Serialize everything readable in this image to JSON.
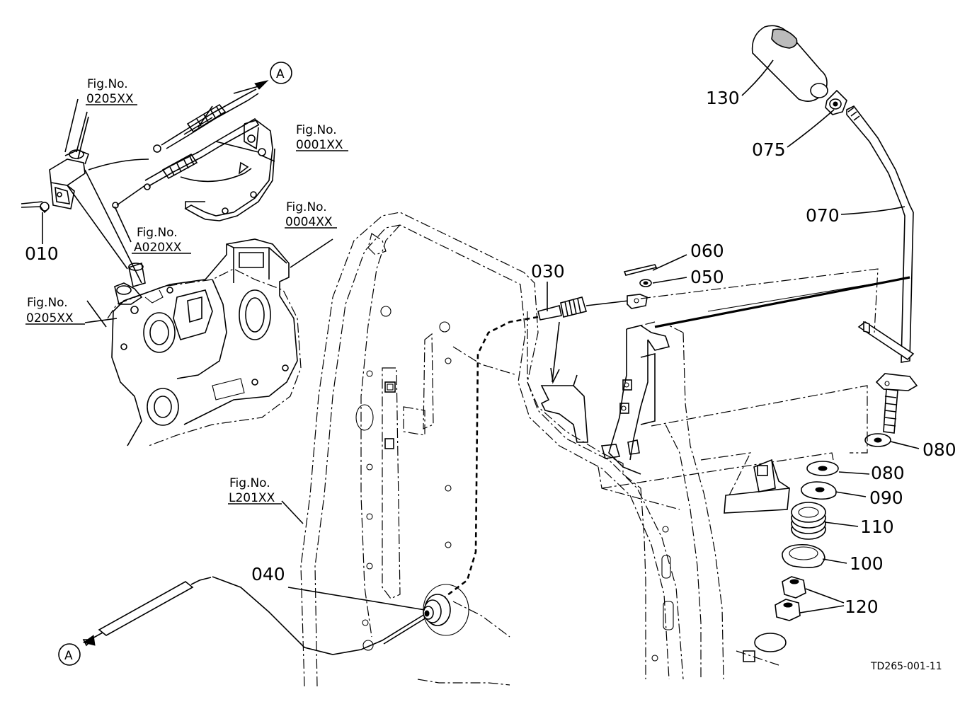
{
  "part_labels": [
    {
      "id": "p130",
      "text": "130"
    },
    {
      "id": "p075",
      "text": "075"
    },
    {
      "id": "p070",
      "text": "070"
    },
    {
      "id": "p060",
      "text": "060"
    },
    {
      "id": "p050",
      "text": "050"
    },
    {
      "id": "p030",
      "text": "030"
    },
    {
      "id": "p080a",
      "text": "080"
    },
    {
      "id": "p080b",
      "text": "080"
    },
    {
      "id": "p090",
      "text": "090"
    },
    {
      "id": "p110",
      "text": "110"
    },
    {
      "id": "p100",
      "text": "100"
    },
    {
      "id": "p120",
      "text": "120"
    },
    {
      "id": "p040",
      "text": "040"
    },
    {
      "id": "p010",
      "text": "010"
    }
  ],
  "fig_refs": [
    {
      "id": "f0205a",
      "caption": "Fig.No.",
      "number": "0205XX"
    },
    {
      "id": "f0001",
      "caption": "Fig.No.",
      "number": "0001XX"
    },
    {
      "id": "f0004",
      "caption": "Fig.No.",
      "number": "0004XX"
    },
    {
      "id": "fA020",
      "caption": "Fig.No.",
      "number": "A020XX"
    },
    {
      "id": "f0205b",
      "caption": "Fig.No.",
      "number": "0205XX"
    },
    {
      "id": "fL201",
      "caption": "Fig.No.",
      "number": "L201XX"
    }
  ],
  "connectors": {
    "top": "A",
    "bottom": "A"
  },
  "drawing_code": "TD265-001-11"
}
